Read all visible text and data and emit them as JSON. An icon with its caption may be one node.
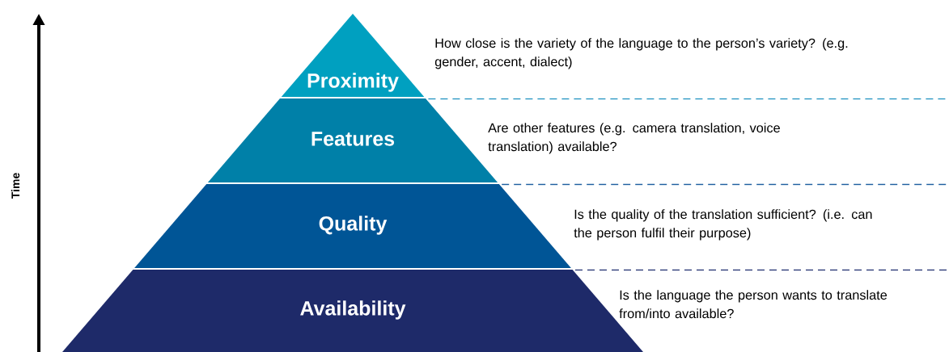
{
  "diagram": {
    "nodes": [
      {
        "text": [
          "Proximity"
        ],
        "beside": [
          "How close is the variety of the language to the person’s variety? (e.g. gender, accent, dialect)"
        ]
      },
      {
        "text": [
          "Features"
        ],
        "beside": [
          "Are other features (e.g. camera translation, voice translation) available?"
        ]
      },
      {
        "text": [
          "Quality"
        ],
        "beside": [
          "Is the quality of the translation sufficient? (i.e. can the person fulfil their purpose)"
        ]
      },
      {
        "text": [
          "Availability"
        ],
        "beside": [
          "Is the language the person wants to translate from/into available?"
        ]
      }
    ],
    "labels": [
      "Time"
    ]
  }
}
